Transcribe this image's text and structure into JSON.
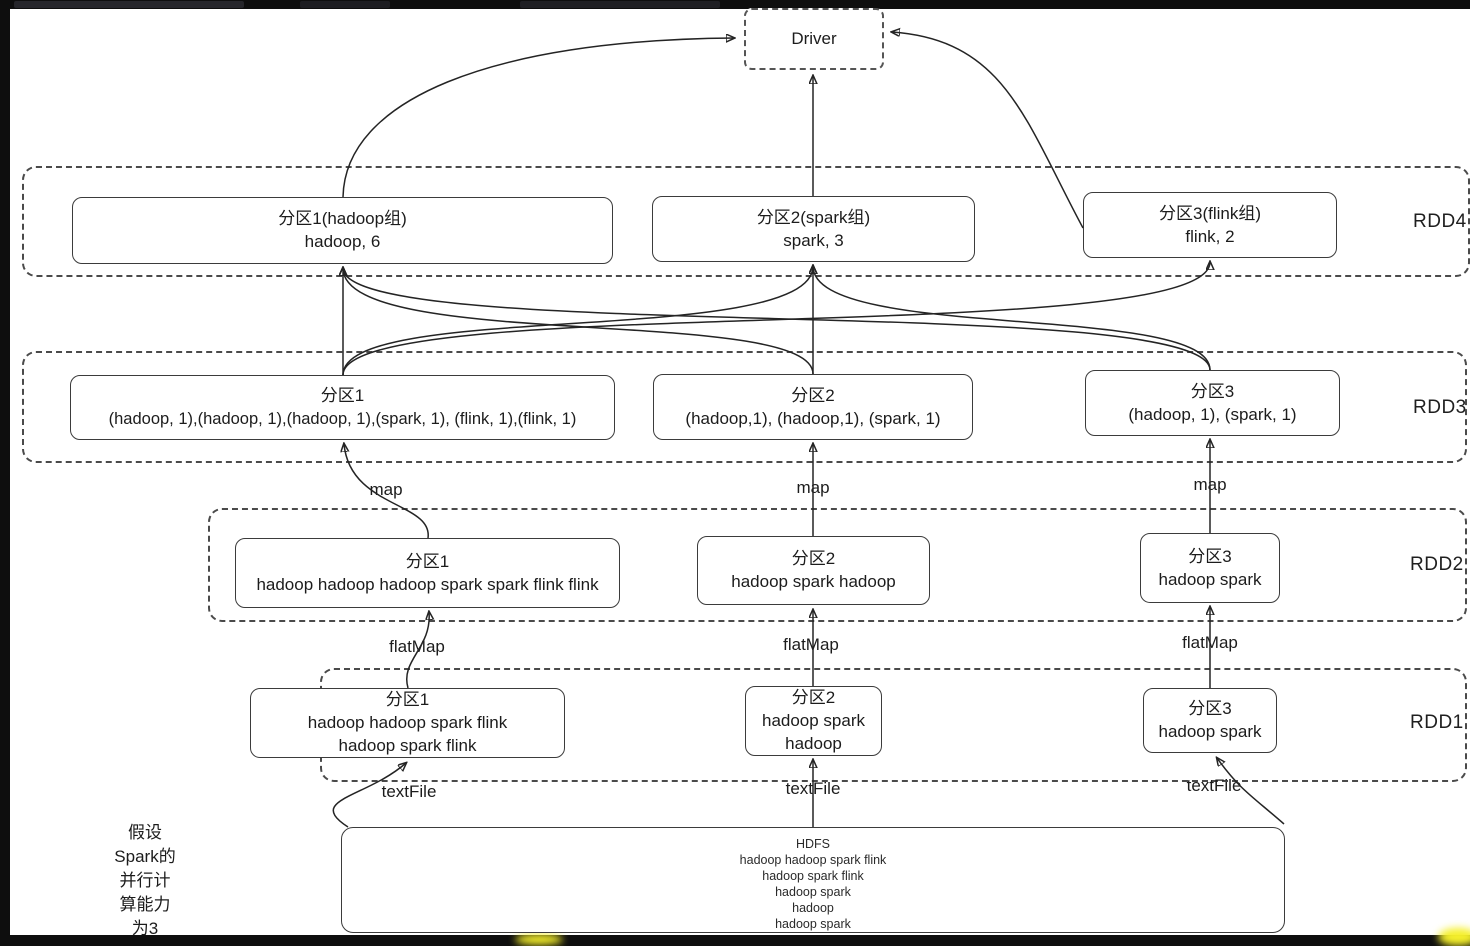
{
  "driver": {
    "label": "Driver"
  },
  "rdd4": {
    "label": "RDD4",
    "partitions": [
      {
        "title": "分区1(hadoop组)",
        "line1": "hadoop, 6"
      },
      {
        "title": "分区2(spark组)",
        "line1": "spark, 3"
      },
      {
        "title": "分区3(flink组)",
        "line1": "flink, 2"
      }
    ]
  },
  "rdd3": {
    "label": "RDD3",
    "partitions": [
      {
        "title": "分区1",
        "line1": "(hadoop, 1),(hadoop, 1),(hadoop, 1),(spark, 1), (flink, 1),(flink, 1)"
      },
      {
        "title": "分区2",
        "line1": "(hadoop,1), (hadoop,1), (spark, 1)"
      },
      {
        "title": "分区3",
        "line1": "(hadoop, 1), (spark, 1)"
      }
    ]
  },
  "rdd2": {
    "label": "RDD2",
    "partitions": [
      {
        "title": "分区1",
        "line1": "hadoop hadoop hadoop spark spark flink flink"
      },
      {
        "title": "分区2",
        "line1": "hadoop spark hadoop"
      },
      {
        "title": "分区3",
        "line1": "hadoop spark"
      }
    ]
  },
  "rdd1": {
    "label": "RDD1",
    "partitions": [
      {
        "title": "分区1",
        "line1": "hadoop hadoop spark flink",
        "line2": "hadoop spark flink"
      },
      {
        "title": "分区2",
        "line1": "hadoop spark",
        "line2": "hadoop"
      },
      {
        "title": "分区3",
        "line1": "hadoop spark"
      }
    ]
  },
  "ops": {
    "map": "map",
    "flatmap": "flatMap",
    "textfile": "textFile"
  },
  "hdfs": {
    "title": "HDFS",
    "lines": [
      "hadoop hadoop spark flink",
      "hadoop spark flink",
      "hadoop spark",
      "hadoop",
      "hadoop spark"
    ]
  },
  "note": {
    "line1": "假设",
    "line2": "Spark的",
    "line3": "并行计",
    "line4": "算能力",
    "line5": "为3"
  }
}
